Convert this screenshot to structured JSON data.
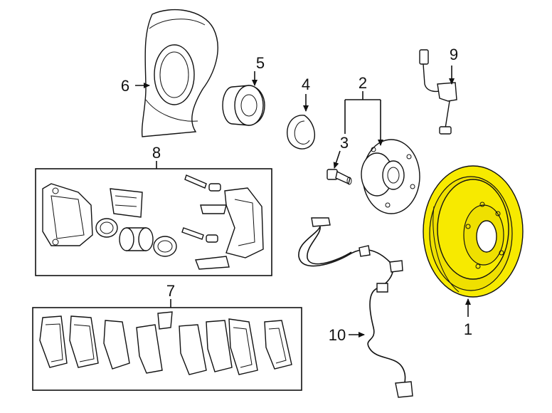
{
  "diagram": {
    "highlight_color": "#f7ea00",
    "line_color": "#111111",
    "callouts": {
      "c1": "1",
      "c2": "2",
      "c3": "3",
      "c4": "4",
      "c5": "5",
      "c6": "6",
      "c7": "7",
      "c8": "8",
      "c9": "9",
      "c10": "10"
    }
  }
}
